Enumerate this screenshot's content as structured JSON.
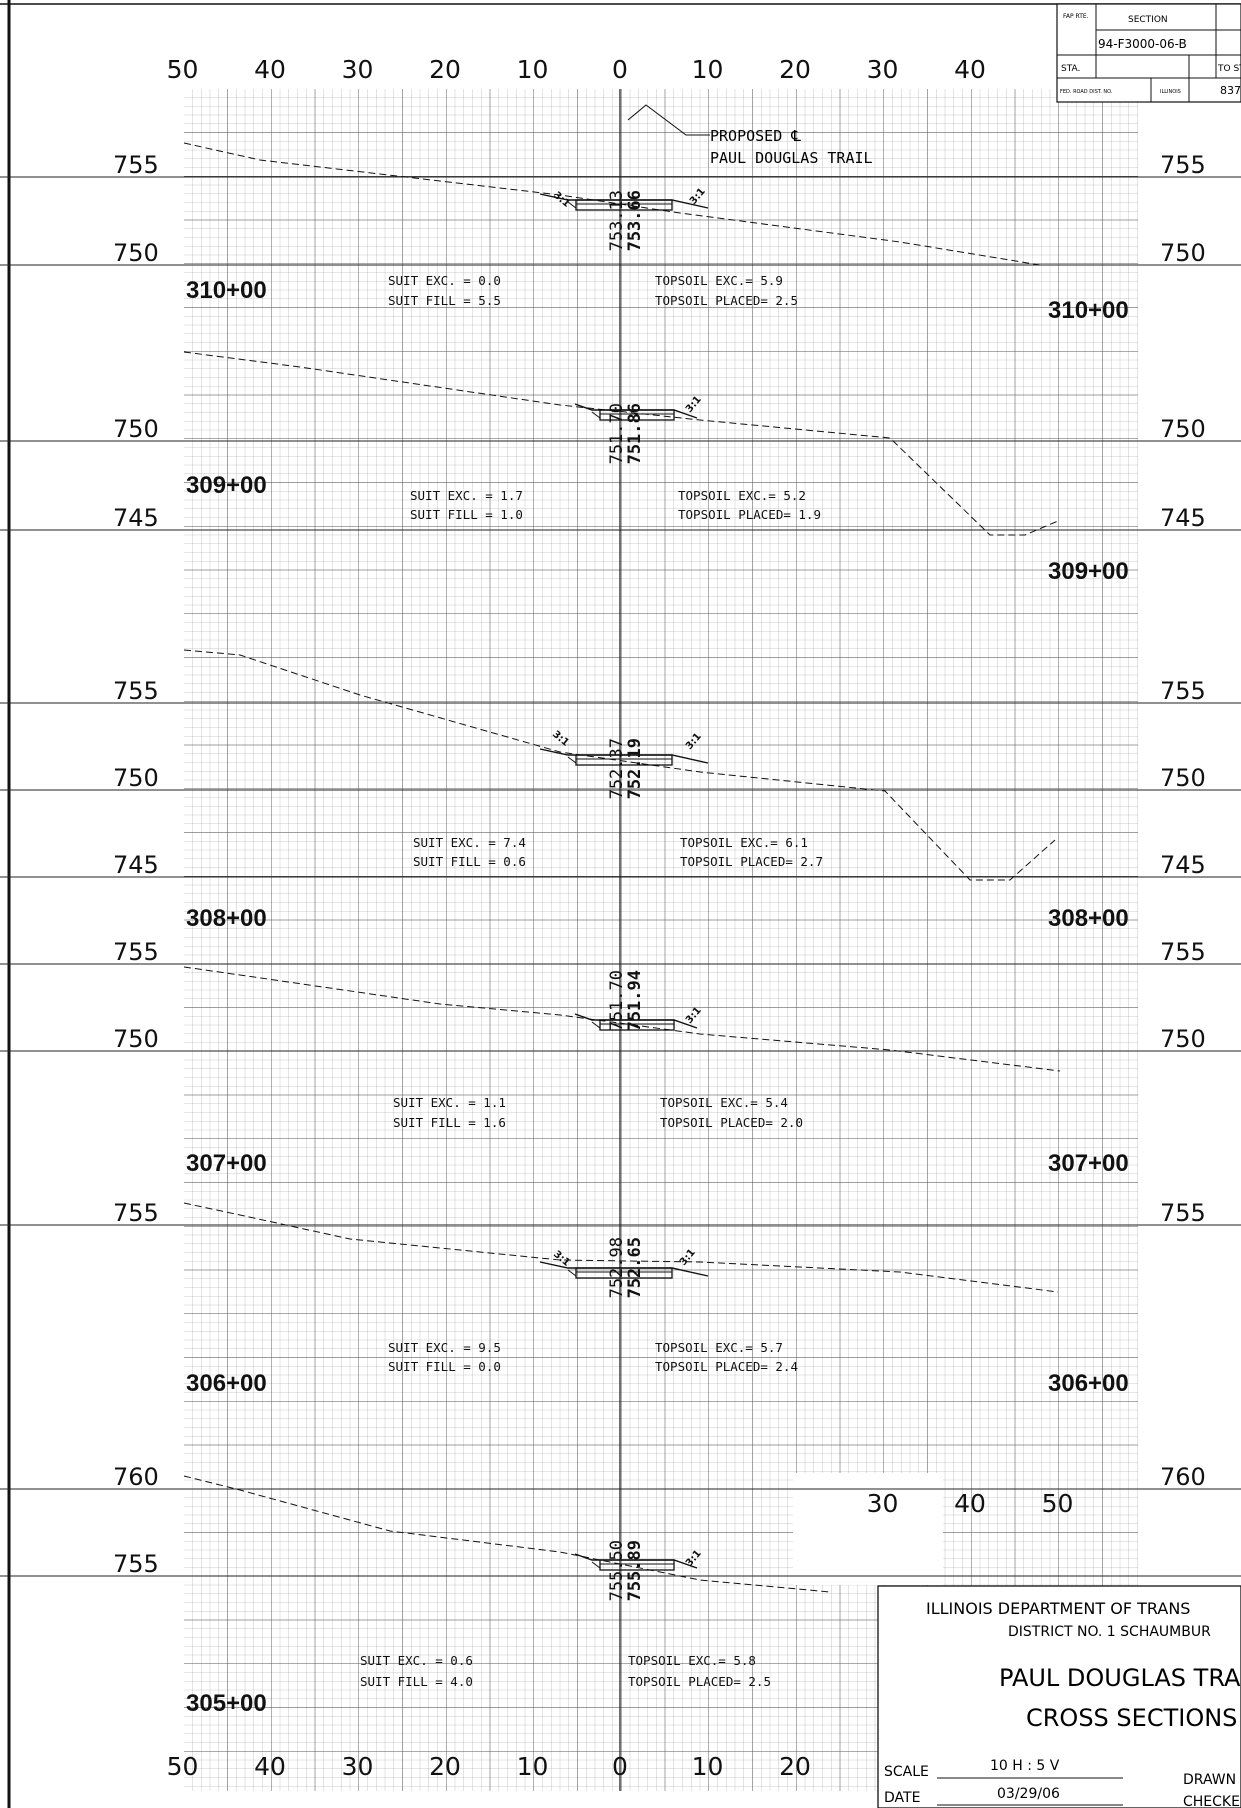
{
  "header_block": {
    "fap_rte": "FAP\nRTE.",
    "section_label": "SECTION",
    "section_value": "94-F3000-06-B",
    "sta_label": "STA.",
    "to_sta_label": "TO ST",
    "fed_road_label": "FED. ROAD DIST. NO.",
    "state_label": "ILLINOIS",
    "contract_fragment": "837"
  },
  "axis": {
    "top_labels": [
      "50",
      "40",
      "30",
      "20",
      "10",
      "0",
      "10",
      "20",
      "30",
      "40"
    ],
    "bottom_labels": [
      "50",
      "40",
      "30",
      "20",
      "10",
      "0",
      "10",
      "20"
    ],
    "bottom_right_labels": [
      "30",
      "40",
      "50"
    ]
  },
  "annotation": {
    "line1": "PROPOSED ℄",
    "line2": "PAUL DOUGLAS TRAIL"
  },
  "sections": [
    {
      "station": "310+00",
      "elev_labels": [
        "755",
        "750"
      ],
      "proposed": "753.66",
      "existing": "753.13",
      "suit_exc": "SUIT EXC. = 0.0",
      "suit_fill": "SUIT FILL = 5.5",
      "topsoil_exc": "TOPSOIL EXC.= 5.9",
      "topsoil_placed": "TOPSOIL PLACED= 2.5",
      "slope_left": "3:1",
      "slope_right": "3:1"
    },
    {
      "station": "309+00",
      "elev_labels": [
        "750",
        "745"
      ],
      "proposed": "751.86",
      "existing": "751.70",
      "suit_exc": "SUIT EXC. = 1.7",
      "suit_fill": "SUIT FILL = 1.0",
      "topsoil_exc": "TOPSOIL EXC.= 5.2",
      "topsoil_placed": "TOPSOIL PLACED= 1.9",
      "slope_right": "3:1"
    },
    {
      "station": "308+00",
      "elev_labels": [
        "755",
        "750",
        "745"
      ],
      "proposed": "752.19",
      "existing": "752.37",
      "suit_exc": "SUIT EXC. = 7.4",
      "suit_fill": "SUIT FILL = 0.6",
      "topsoil_exc": "TOPSOIL EXC.= 6.1",
      "topsoil_placed": "TOPSOIL PLACED= 2.7",
      "slope_left": "3:1",
      "slope_right": "3:1"
    },
    {
      "station": "307+00",
      "elev_labels": [
        "755",
        "750"
      ],
      "proposed": "751.94",
      "existing": "751.70",
      "suit_exc": "SUIT EXC. = 1.1",
      "suit_fill": "SUIT FILL = 1.6",
      "topsoil_exc": "TOPSOIL EXC.= 5.4",
      "topsoil_placed": "TOPSOIL PLACED= 2.0",
      "slope_right": "3:1"
    },
    {
      "station": "306+00",
      "elev_labels": [
        "755"
      ],
      "proposed": "752.65",
      "existing": "752.98",
      "suit_exc": "SUIT EXC. = 9.5",
      "suit_fill": "SUIT FILL = 0.0",
      "topsoil_exc": "TOPSOIL EXC.= 5.7",
      "topsoil_placed": "TOPSOIL PLACED= 2.4",
      "slope_left": "3:1",
      "slope_right": "3:1"
    },
    {
      "station": "305+00",
      "elev_labels": [
        "760",
        "755"
      ],
      "proposed": "755.89",
      "existing": "755.50",
      "suit_exc": "SUIT EXC. = 0.6",
      "suit_fill": "SUIT FILL = 4.0",
      "topsoil_exc": "TOPSOIL EXC.= 5.8",
      "topsoil_placed": "TOPSOIL PLACED= 2.5",
      "slope_right": "3:1"
    }
  ],
  "title_block": {
    "agency": "ILLINOIS DEPARTMENT OF TRANS",
    "district": "DISTRICT NO. 1 SCHAUMBUR",
    "project": "PAUL DOUGLAS TRA",
    "sheet_title": "CROSS SECTIONS",
    "scale_label": "SCALE",
    "scale_value": "10 H : 5 V",
    "date_label": "DATE",
    "date_value": "03/29/06",
    "drawn_label": "DRAWN",
    "checked_label": "CHECKE"
  }
}
